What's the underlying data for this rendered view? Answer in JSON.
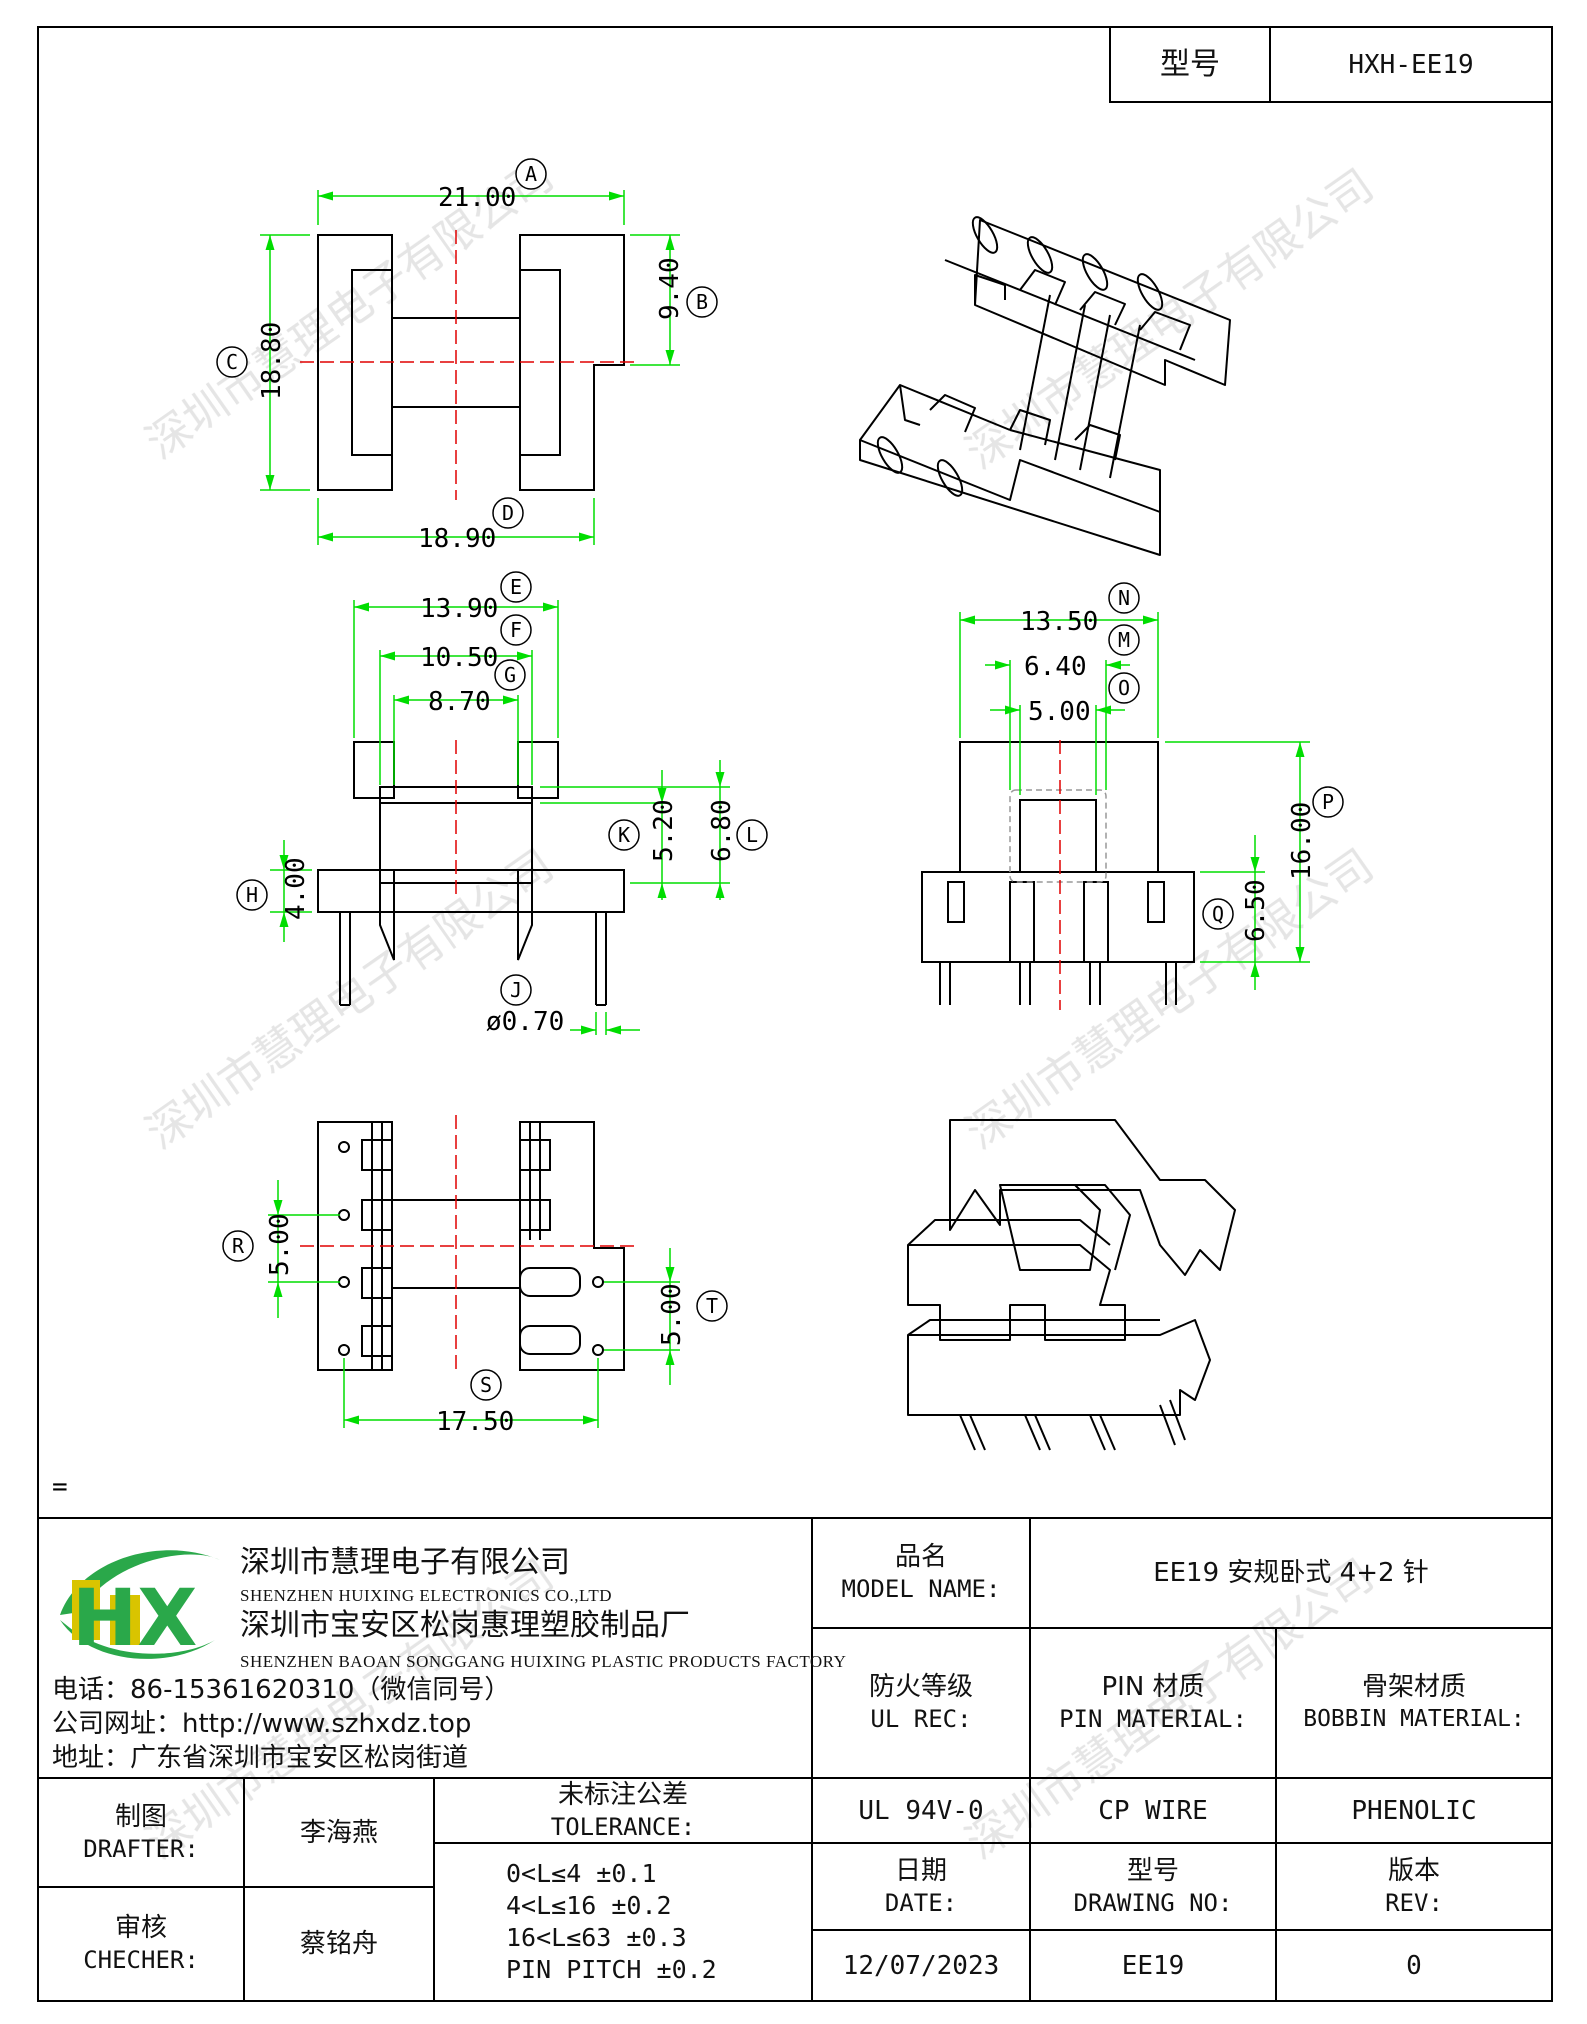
{
  "header": {
    "type_label": "型号",
    "type_value": "HXH-EE19"
  },
  "drawing": {
    "dimensions": {
      "A": "21.00",
      "B": "9.40",
      "C": "18.80",
      "D": "18.90",
      "E": "13.90",
      "F": "10.50",
      "G": "8.70",
      "H": "4.00",
      "J": "ø0.70",
      "K": "5.20",
      "L": "6.80",
      "N": "13.50",
      "M": "6.40",
      "O": "5.00",
      "P": "16.00",
      "Q": "6.50",
      "R": "5.00",
      "T": "5.00",
      "S": "17.50"
    },
    "watermark": "深圳市慧理电子有限公司",
    "note": "="
  },
  "company": {
    "logo_text": "HX",
    "name_cn": "深圳市慧理电子有限公司",
    "name_en": "SHENZHEN HUIXING ELECTRONICS CO.,LTD",
    "factory_cn": "深圳市宝安区松岗惠理塑胶制品厂",
    "factory_en": "SHENZHEN BAOAN SONGGANG HUIXING PLASTIC PRODUCTS FACTORY",
    "phone": "电话：86-15361620310（微信同号）",
    "website": "公司网址：http://www.szhxdz.top",
    "address": "地址：广东省深圳市宝安区松岗街道"
  },
  "title_block": {
    "model_label_cn": "品名",
    "model_label_en": "MODEL NAME:",
    "model_value": "EE19 安规卧式 4+2 针",
    "fire_label_cn": "防火等级",
    "fire_label_en": "UL REC:",
    "pin_label_cn": "PIN 材质",
    "pin_label_en": "PIN MATERIAL:",
    "bobbin_label_cn": "骨架材质",
    "bobbin_label_en": "BOBBIN MATERIAL:",
    "fire_value": "UL 94V-0",
    "pin_value": "CP WIRE",
    "bobbin_value": "PHENOLIC",
    "drafter_cn": "制图",
    "drafter_en": "DRAFTER:",
    "drafter_name": "李海燕",
    "checker_cn": "审核",
    "checker_en": "CHECHER:",
    "checker_name": "蔡铭舟",
    "tolerance_cn": "未标注公差",
    "tolerance_en": "TOLERANCE:",
    "tolerances": [
      "0<L≤4  ±0.1",
      "4<L≤16 ±0.2",
      "16<L≤63 ±0.3",
      "PIN PITCH ±0.2"
    ],
    "date_cn": "日期",
    "date_en": "DATE:",
    "date_value": "12/07/2023",
    "drawing_cn": "型号",
    "drawing_en": "DRAWING NO:",
    "drawing_value": "EE19",
    "rev_cn": "版本",
    "rev_en": "REV:",
    "rev_value": "0"
  },
  "colors": {
    "outline": "#000000",
    "dimension": "#00dd00",
    "center_line": "#e00000",
    "watermark": "#c8c8c8",
    "logo_green": "#2aa84a",
    "logo_yellow": "#d9c400"
  }
}
